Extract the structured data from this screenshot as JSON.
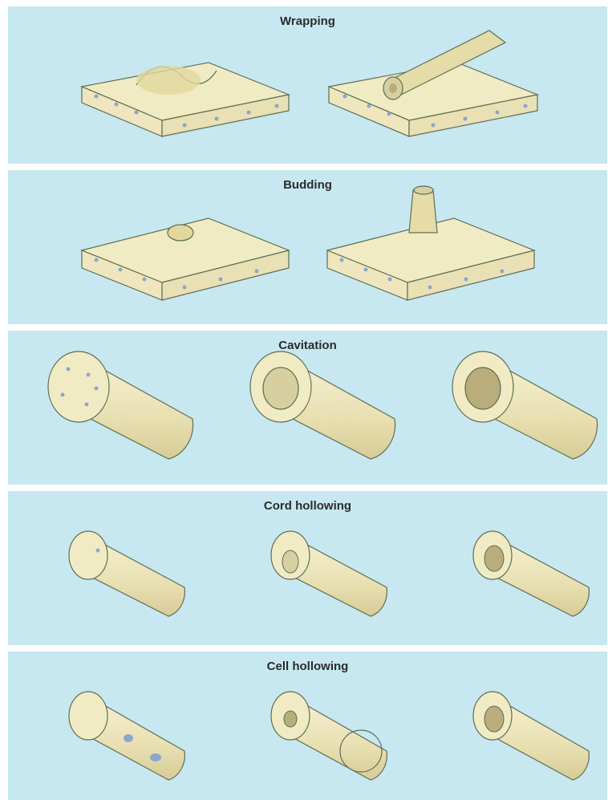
{
  "panels": [
    {
      "title": "Wrapping"
    },
    {
      "title": "Budding"
    },
    {
      "title": "Cavitation"
    },
    {
      "title": "Cord hollowing"
    },
    {
      "title": "Cell hollowing"
    }
  ],
  "colors": {
    "background": "#c7e8f0",
    "tissue": "#f1ebc3",
    "tissue_shade": "#e2d79d",
    "cell_line": "#5c6e55",
    "nucleus": "#8aa7d2",
    "lumen": "#b9ad7c"
  }
}
